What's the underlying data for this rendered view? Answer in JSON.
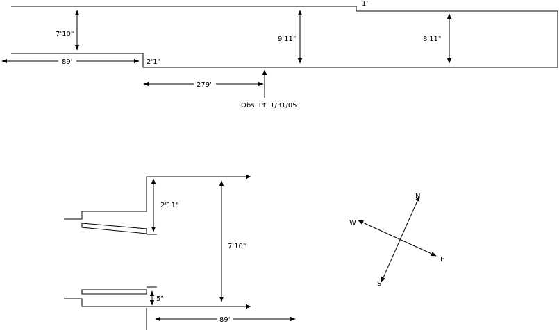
{
  "top_plan": {
    "label_1ft": "1'",
    "label_7_10": "7'10\"",
    "label_9_11": "9'11\"",
    "label_8_11": "8'11\"",
    "label_89": "89'",
    "label_2_1": "2'1\"",
    "label_279": "279'",
    "obs_point": "Obs. Pt. 1/31/05"
  },
  "bottom_section": {
    "label_2_11": "2'11\"",
    "label_7_10": "7'10\"",
    "label_5in": "5\"",
    "label_89": "89'"
  },
  "compass": {
    "north": "N",
    "south": "S",
    "east": "E",
    "west": "W"
  }
}
